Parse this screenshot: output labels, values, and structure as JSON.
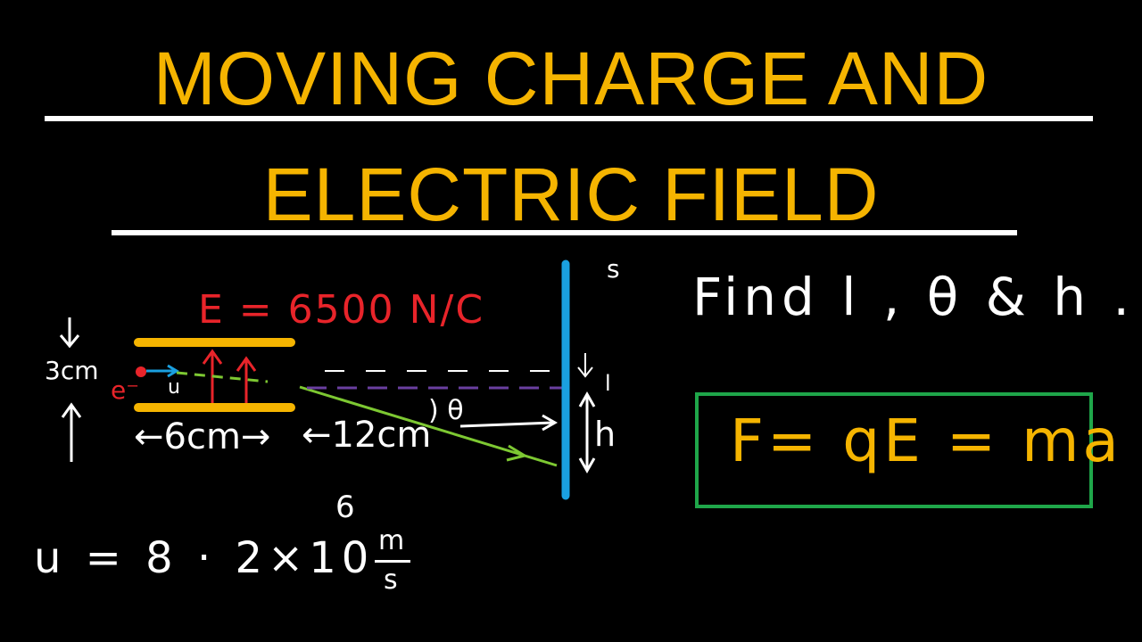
{
  "title": {
    "line1": "MOVING CHARGE AND",
    "line2": "ELECTRIC FIELD"
  },
  "diagram": {
    "field_label": "E = 6500 N/C",
    "find_text": "Find l , θ & h .",
    "velocity_text": "u = 8 · 2×10",
    "velocity_exponent": "6",
    "velocity_unit_top": "m",
    "velocity_unit_bottom": "s",
    "plate_gap_label": "3cm",
    "plate_length_label": "←6cm→",
    "screen_distance_label": "←12cm",
    "screen_label": "s",
    "deflection_label": "l",
    "height_label": "h",
    "angle_label": ") θ",
    "electron_label": "e⁻",
    "velocity_symbol": "u"
  },
  "formula": {
    "text": "F= qE = ma"
  },
  "colors": {
    "title": "#f5b400",
    "plates": "#f5b400",
    "field_arrows": "#e8242a",
    "trajectory": "#7dc832",
    "screen": "#1aa0e0",
    "formula_box": "#1fa64a",
    "reference_line": "#6a3fa0"
  }
}
